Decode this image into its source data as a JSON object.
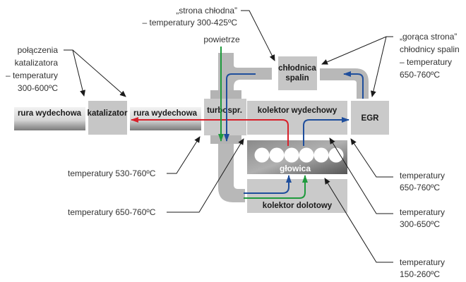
{
  "components": {
    "rura_wydechowa_left": "rura wydechowa",
    "katalizator": "katalizator",
    "rura_wydechowa_mid": "rura wydechowa",
    "turbospr": "turbospr.",
    "kolektor_wydechowy": "kolektor wydechowy",
    "egr": "EGR",
    "chlodnica_line1": "chłodnica",
    "chlodnica_line2": "spalin",
    "glowica": "głowica",
    "kolektor_dolotowy": "kolektor dolotowy",
    "powietrze": "powietrze"
  },
  "annotations": {
    "katalizator_connections": [
      "połączenia",
      "katalizatora",
      "– temperatury",
      "300-600ºC"
    ],
    "cold_side": [
      "„strona chłodna”",
      "– temperatury 300-425ºC"
    ],
    "hot_side": [
      "„gorąca strona”",
      "chłodnicy spalin",
      "– temperatury",
      "650-760ºC"
    ],
    "turbo_out": "temperatury 530-760ºC",
    "turbo_in": "temperatury 650-760ºC",
    "egr_temp": [
      "temperatury",
      "650-760ºC"
    ],
    "exhaust_manifold_temp": [
      "temperatury",
      "300-650ºC"
    ],
    "intake_manifold_temp": [
      "temperatury",
      "150-260ºC"
    ]
  },
  "colors": {
    "exhaust_flow": "#d8202a",
    "egr_flow": "#1f4e9c",
    "air_flow": "#1e9a3c",
    "component_fill": "#c8c8c8",
    "pipe_fill": "#b5b5b5",
    "leader_line": "#1a1a1a"
  }
}
